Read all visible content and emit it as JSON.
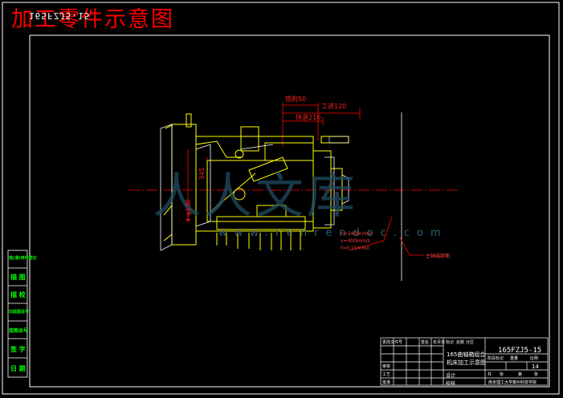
{
  "drawing": {
    "title": "加工零件示意图",
    "mirrored_code": "165FZJ5-15"
  },
  "dimensions": {
    "d1": "铣削50",
    "d2": "工进120",
    "d3": "快退210",
    "vertical_1": "345",
    "vertical_2": "4-φ130"
  },
  "annotations": {
    "n1": "n=2400r/min",
    "n2": "v=400mm/s",
    "n3": "f=0.15mm/r",
    "leader": "主轴端部面"
  },
  "watermark": {
    "big": "人人文库",
    "url": "www.renrendoc.com"
  },
  "side_panel": {
    "items": [
      "借(通)用件登记",
      "描 图",
      "描 校",
      "旧底图总号",
      "底图总号",
      "签 字",
      "日 期"
    ]
  },
  "title_block": {
    "part_name": "165FZJ5-15",
    "desc_line1": "165曲轴箱组合",
    "desc_line2": "机床加工示意图",
    "school": "南京理工大学泰州科技学院",
    "sheet_total": "14",
    "headers": [
      "标记",
      "处数",
      "分区",
      "更改文件号",
      "签名",
      "年月日"
    ],
    "row_labels": [
      "设计",
      "校核",
      "审核",
      "工艺",
      "批准"
    ],
    "right_labels": [
      "阶段标记",
      "重量",
      "比例",
      "共",
      "张",
      "第",
      "张"
    ]
  },
  "colors": {
    "background": "#000000",
    "title": "#ff0000",
    "part_outline": "#ffff00",
    "dimension": "#ff0000",
    "border": "#ffffff",
    "side_text": "#00ff00"
  }
}
